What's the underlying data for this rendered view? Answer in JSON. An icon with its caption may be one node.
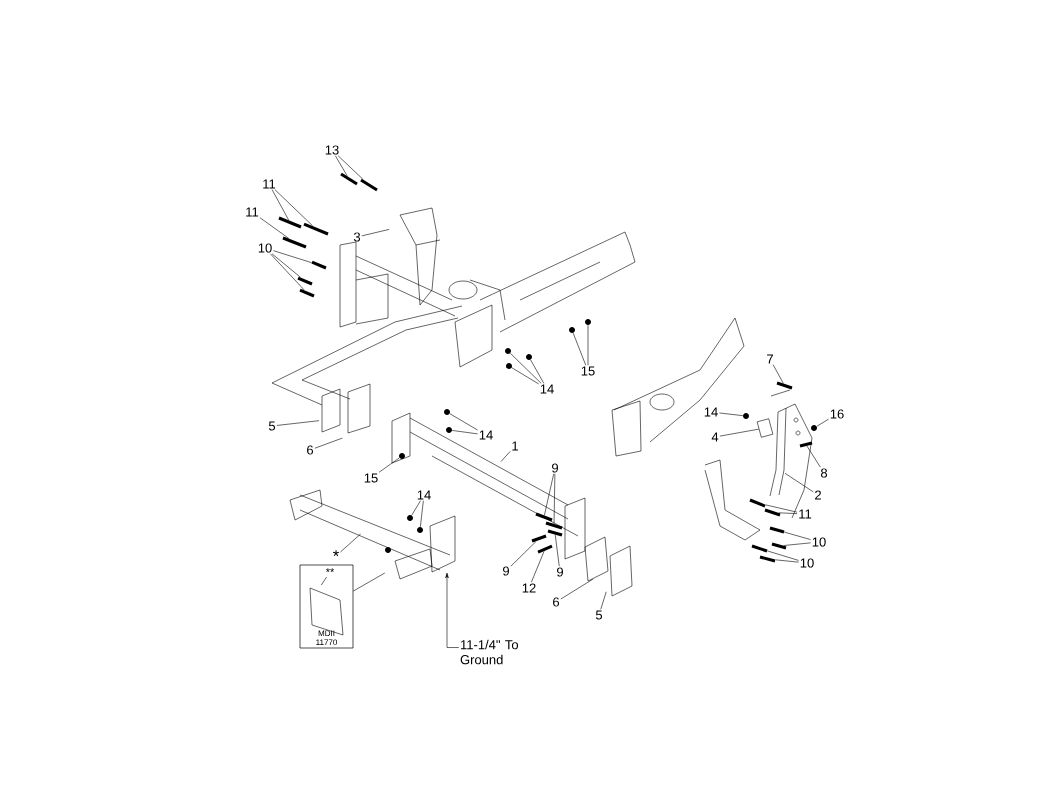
{
  "diagram": {
    "nodes": [
      {
        "text": [
          "13"
        ]
      },
      {
        "text": [
          "11"
        ]
      },
      {
        "text": [
          "11"
        ]
      },
      {
        "text": [
          "10"
        ]
      },
      {
        "text": [
          "3"
        ]
      },
      {
        "text": [
          "15"
        ]
      },
      {
        "text": [
          "14"
        ]
      },
      {
        "text": [
          "5"
        ]
      },
      {
        "text": [
          "6"
        ]
      },
      {
        "text": [
          "14"
        ]
      },
      {
        "text": [
          "1"
        ]
      },
      {
        "text": [
          "15"
        ]
      },
      {
        "text": [
          "14"
        ]
      },
      {
        "text": [
          "9"
        ]
      },
      {
        "text": [
          "9"
        ]
      },
      {
        "text": [
          "9"
        ]
      },
      {
        "text": [
          "12"
        ]
      },
      {
        "text": [
          "6"
        ]
      },
      {
        "text": [
          "5"
        ]
      },
      {
        "text": [
          "*"
        ]
      },
      {
        "text": [
          "11-1/4\" To Ground"
        ]
      },
      {
        "text": [
          "7"
        ]
      },
      {
        "text": [
          "14"
        ]
      },
      {
        "text": [
          "4"
        ]
      },
      {
        "text": [
          "16"
        ]
      },
      {
        "text": [
          "8"
        ]
      },
      {
        "text": [
          "2"
        ]
      },
      {
        "text": [
          "11"
        ]
      },
      {
        "text": [
          "10"
        ]
      },
      {
        "text": [
          "10"
        ]
      },
      {
        "text": [
          "MDII 11770"
        ]
      },
      {
        "text": [
          "**"
        ],
        "in": 30
      },
      {
        "text": [],
        "shape": "bolt"
      },
      {
        "text": [],
        "shape": "bolt"
      },
      {
        "text": [],
        "shape": "bolt"
      },
      {
        "text": [],
        "shape": "bolt"
      },
      {
        "text": [],
        "shape": "bolt"
      },
      {
        "text": [],
        "shape": "bolt"
      },
      {
        "text": [],
        "shape": "bolt"
      },
      {
        "text": [],
        "shape": "bolt"
      },
      {
        "text": [],
        "shape": "circle"
      },
      {
        "text": [],
        "shape": "circle"
      },
      {
        "text": [],
        "shape": "circle"
      },
      {
        "text": [],
        "shape": "circle"
      },
      {
        "text": [],
        "shape": "circle"
      },
      {
        "text": [],
        "shape": "circle"
      },
      {
        "text": [],
        "shape": "circle"
      },
      {
        "text": [],
        "shape": "circle"
      },
      {
        "text": [],
        "shape": "circle"
      },
      {
        "text": [],
        "shape": "circle"
      },
      {
        "text": [],
        "shape": "bolt"
      },
      {
        "text": [],
        "shape": "bolt"
      },
      {
        "text": [],
        "shape": "bolt"
      },
      {
        "text": [],
        "shape": "bolt"
      },
      {
        "text": [],
        "shape": "bolt"
      },
      {
        "text": [],
        "shape": "bolt"
      },
      {
        "text": [],
        "shape": "circle"
      },
      {
        "text": [],
        "shape": "circle"
      },
      {
        "text": [],
        "shape": "bolt"
      },
      {
        "text": [],
        "shape": "bolt"
      },
      {
        "text": [],
        "shape": "bolt"
      },
      {
        "text": [],
        "shape": "bolt"
      },
      {
        "text": [],
        "shape": "bolt"
      },
      {
        "text": [],
        "shape": "bolt"
      },
      {
        "text": [],
        "shape": "bolt"
      },
      {
        "text": [],
        "shape": "box"
      }
    ],
    "edges": [
      {
        "from": 0,
        "to": 32,
        "arrow": "none"
      },
      {
        "from": 0,
        "to": 33,
        "arrow": "none"
      },
      {
        "from": 1,
        "to": 34,
        "arrow": "none"
      },
      {
        "from": 1,
        "to": 35,
        "arrow": "none"
      },
      {
        "from": 2,
        "to": 36,
        "arrow": "none"
      },
      {
        "from": 3,
        "to": 37,
        "arrow": "none"
      },
      {
        "from": 3,
        "to": 38,
        "arrow": "none"
      },
      {
        "from": 3,
        "to": 39,
        "arrow": "none"
      },
      {
        "from": 4,
        "to": null,
        "arrow": "none"
      },
      {
        "from": 5,
        "to": 40,
        "arrow": "none"
      },
      {
        "from": 5,
        "to": 41,
        "arrow": "none"
      },
      {
        "from": 6,
        "to": 42,
        "arrow": "none"
      },
      {
        "from": 6,
        "to": 43,
        "arrow": "none"
      },
      {
        "from": 6,
        "to": 44,
        "arrow": "none"
      },
      {
        "from": 7,
        "to": null,
        "arrow": "none"
      },
      {
        "from": 8,
        "to": null,
        "arrow": "none"
      },
      {
        "from": 9,
        "to": 45,
        "arrow": "none"
      },
      {
        "from": 9,
        "to": 46,
        "arrow": "none"
      },
      {
        "from": 10,
        "to": null,
        "arrow": "none"
      },
      {
        "from": 11,
        "to": 47,
        "arrow": "none"
      },
      {
        "from": 12,
        "to": 48,
        "arrow": "none"
      },
      {
        "from": 12,
        "to": 49,
        "arrow": "none"
      },
      {
        "from": 13,
        "to": 50,
        "arrow": "none"
      },
      {
        "from": 13,
        "to": 51,
        "arrow": "none"
      },
      {
        "from": 14,
        "to": 52,
        "arrow": "none"
      },
      {
        "from": 15,
        "to": 53,
        "arrow": "none"
      },
      {
        "from": 16,
        "to": 54,
        "arrow": "none"
      },
      {
        "from": 17,
        "to": null,
        "arrow": "none"
      },
      {
        "from": 18,
        "to": null,
        "arrow": "none"
      },
      {
        "from": 19,
        "to": null,
        "arrow": "none"
      },
      {
        "from": 20,
        "to": null,
        "arrow": "to"
      },
      {
        "from": 21,
        "to": 55,
        "arrow": "none"
      },
      {
        "from": 22,
        "to": 56,
        "arrow": "none"
      },
      {
        "from": 23,
        "to": 65,
        "arrow": "none"
      },
      {
        "from": 24,
        "to": 57,
        "arrow": "none"
      },
      {
        "from": 25,
        "to": 58,
        "arrow": "none"
      },
      {
        "from": 26,
        "to": null,
        "arrow": "none"
      },
      {
        "from": 27,
        "to": 59,
        "arrow": "none"
      },
      {
        "from": 27,
        "to": 60,
        "arrow": "none"
      },
      {
        "from": 28,
        "to": 61,
        "arrow": "none"
      },
      {
        "from": 28,
        "to": 62,
        "arrow": "none"
      },
      {
        "from": 29,
        "to": 63,
        "arrow": "none"
      },
      {
        "from": 29,
        "to": 64,
        "arrow": "none"
      },
      {
        "from": 30,
        "to": null,
        "arrow": "none"
      },
      {
        "from": 31,
        "to": null,
        "arrow": "none"
      }
    ]
  }
}
